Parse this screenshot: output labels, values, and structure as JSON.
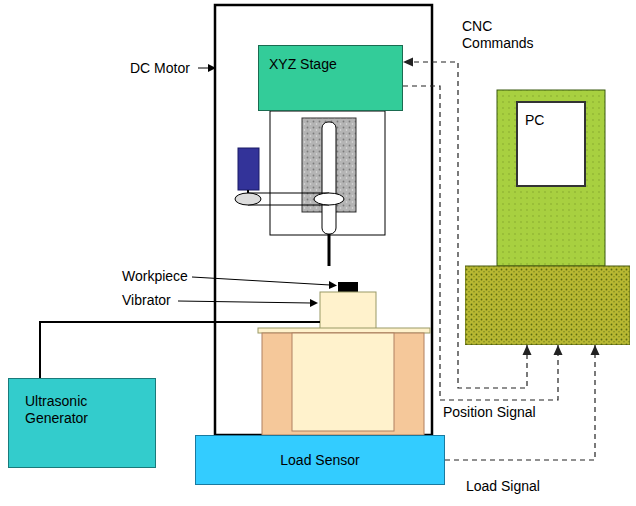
{
  "diagram": {
    "nodes": [
      {
        "text": [
          "XYZ Stage"
        ]
      },
      {
        "text": [
          "PC"
        ]
      },
      {
        "text": [
          "Ultrasonic Generator"
        ]
      },
      {
        "text": [
          "Load Sensor"
        ]
      }
    ],
    "edges": [
      {
        "from": 1,
        "to": 0,
        "arrow": "both",
        "label": "CNC Commands"
      },
      {
        "from": 0,
        "to": 1,
        "arrow": "to",
        "label": "Position Signal"
      },
      {
        "from": 3,
        "to": 1,
        "arrow": "to",
        "label": "Load Signal"
      }
    ],
    "labels": [
      "DC Motor",
      "Workpiece",
      "Vibrator"
    ]
  }
}
